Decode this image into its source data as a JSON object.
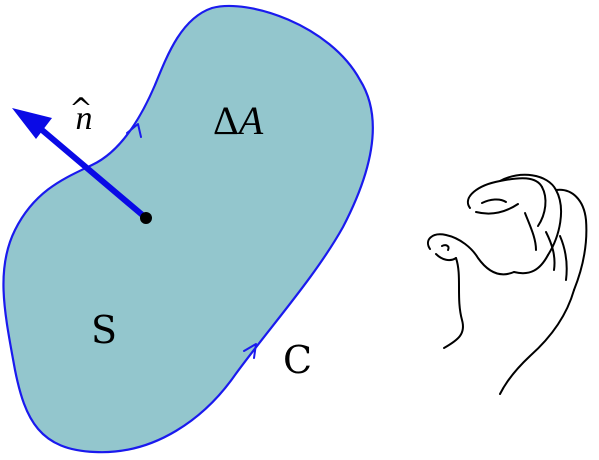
{
  "labels": {
    "normal_hat": "^",
    "normal_n": "n",
    "delta": "Δ",
    "area_letter": "A",
    "surface": "S",
    "curve": "C"
  },
  "colors": {
    "surface_fill": "#93c6cd",
    "boundary": "#1a1aee",
    "normal_vector": "#0a0ae6",
    "point": "#000000",
    "text": "#000000",
    "hand_outline": "#000000"
  },
  "icons": {
    "right_hand": "right-hand-rule-icon"
  }
}
